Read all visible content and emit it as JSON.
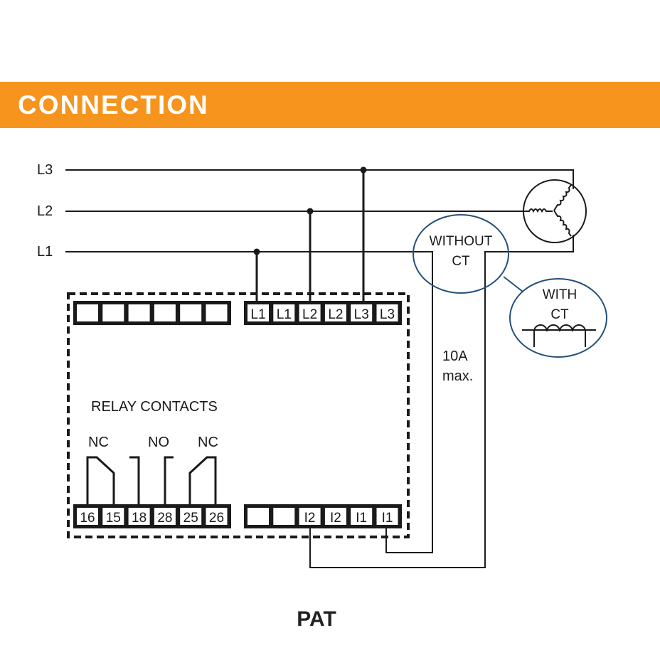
{
  "header": {
    "title": "CONNECTION",
    "color": "#F7941D"
  },
  "lines": {
    "l3": "L3",
    "l2": "L2",
    "l1": "L1"
  },
  "top_left_terminals": [
    "",
    "",
    "",
    "",
    "",
    ""
  ],
  "top_right_terminals": [
    "L1",
    "L1",
    "L2",
    "L2",
    "L3",
    "L3"
  ],
  "bottom_left_terminals": [
    "16",
    "15",
    "18",
    "28",
    "25",
    "26"
  ],
  "bottom_right_terminals": [
    "",
    "",
    "I2",
    "I2",
    "I1",
    "I1"
  ],
  "relay": {
    "title": "RELAY CONTACTS",
    "nc1": "NC",
    "no": "NO",
    "nc2": "NC"
  },
  "current": {
    "value": "10A",
    "note": "max."
  },
  "without_ct": {
    "line1": "WITHOUT",
    "line2": "CT"
  },
  "with_ct": {
    "line1": "WITH",
    "line2": "CT"
  },
  "footer": {
    "model": "PAT"
  }
}
